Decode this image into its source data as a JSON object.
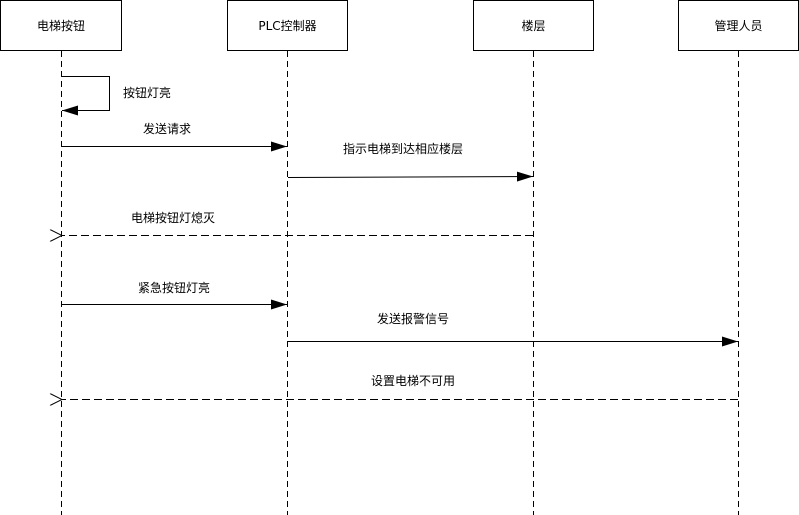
{
  "diagram": {
    "type": "sequence",
    "participants": [
      {
        "id": "p1",
        "label": "电梯按钮"
      },
      {
        "id": "p2",
        "label": "PLC控制器"
      },
      {
        "id": "p3",
        "label": "楼层"
      },
      {
        "id": "p4",
        "label": "管理人员"
      }
    ],
    "messages": [
      {
        "from": "p1",
        "to": "p1",
        "label": "按钮灯亮",
        "style": "self"
      },
      {
        "from": "p1",
        "to": "p2",
        "label": "发送请求",
        "style": "solid"
      },
      {
        "from": "p2",
        "to": "p3",
        "label": "指示电梯到达相应楼层",
        "style": "solid"
      },
      {
        "from": "p3",
        "to": "p1",
        "label": "电梯按钮灯熄灭",
        "style": "dashed"
      },
      {
        "from": "p1",
        "to": "p2",
        "label": "紧急按钮灯亮",
        "style": "solid"
      },
      {
        "from": "p2",
        "to": "p4",
        "label": "发送报警信号",
        "style": "solid"
      },
      {
        "from": "p4",
        "to": "p1",
        "label": "设置电梯不可用",
        "style": "dashed"
      }
    ]
  }
}
